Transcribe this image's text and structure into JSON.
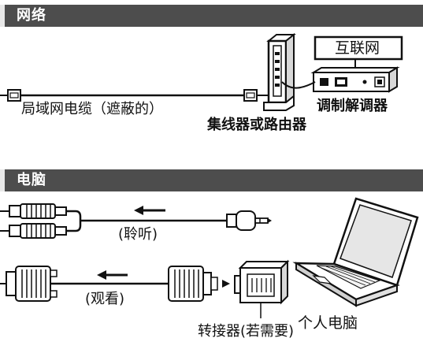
{
  "sections": {
    "network": {
      "title": "网络",
      "labels": {
        "internet": "互联网",
        "modem": "调制解调器",
        "lan_cable": "局域网电缆（遮蔽的）",
        "hub_router": "集线器或路由器"
      }
    },
    "pc": {
      "title": "电脑",
      "labels": {
        "listen": "(聆听)",
        "watch": "(观看)",
        "adapter": "转接器(若需要)",
        "personal_computer": "个人电脑"
      }
    }
  },
  "colors": {
    "header_bar": "#4d4d4d",
    "header_text": "#ffffff",
    "line": "#111111",
    "device_fill": "#ffffff",
    "device_gray": "#cfcfcf"
  }
}
